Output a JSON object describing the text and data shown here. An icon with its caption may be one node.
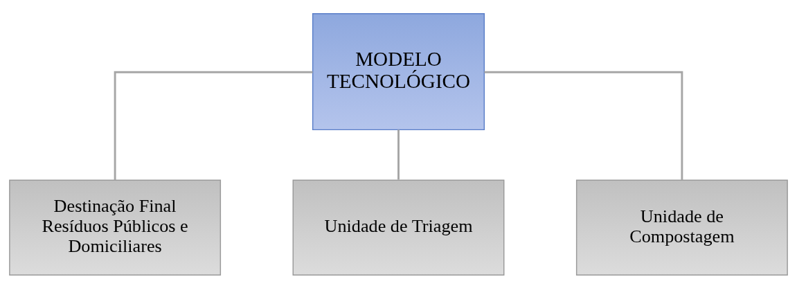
{
  "diagram": {
    "nodes": [
      {
        "text": [
          "MODELO TECNOLÓGICO"
        ]
      },
      {
        "text": [
          "Destinação Final Resíduos Públicos e Domiciliares"
        ]
      },
      {
        "text": [
          "Unidade de Triagem"
        ]
      },
      {
        "text": [
          "Unidade de Compostagem"
        ]
      }
    ],
    "edges": [
      {
        "from": 0,
        "to": 1,
        "arrow": "none"
      },
      {
        "from": 0,
        "to": 2,
        "arrow": "none"
      },
      {
        "from": 0,
        "to": 3,
        "arrow": "none"
      }
    ]
  }
}
